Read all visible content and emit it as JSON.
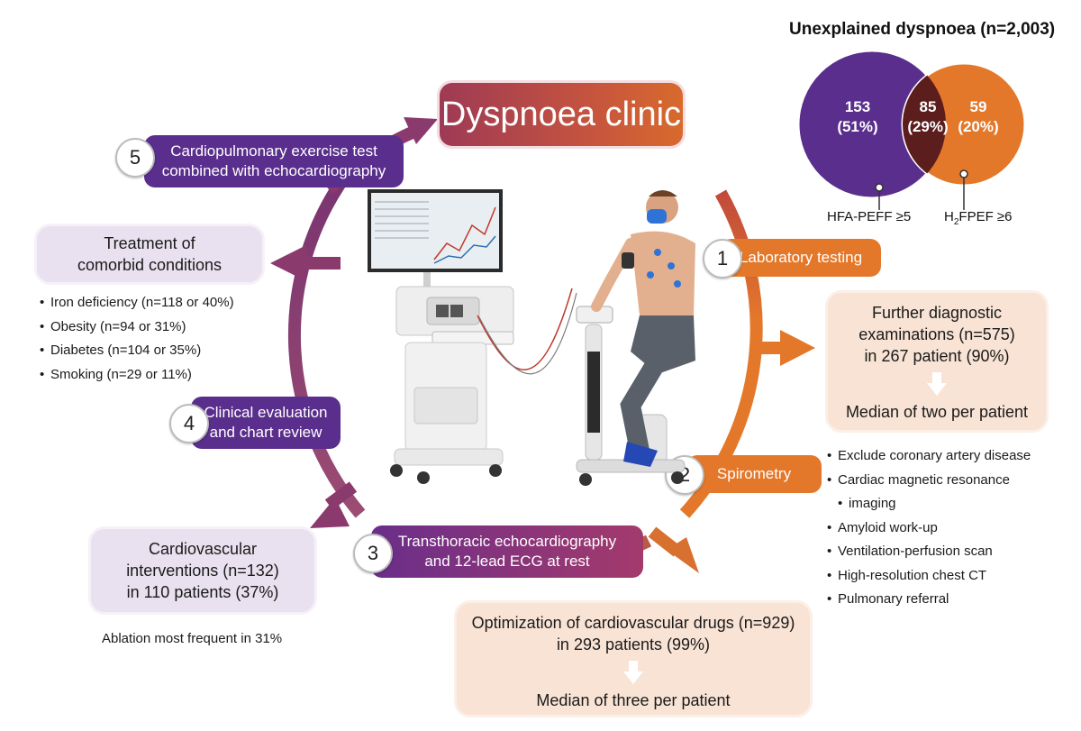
{
  "title": "Dyspnoea clinic",
  "steps": {
    "s1": {
      "num": "1",
      "label": "Laboratory testing"
    },
    "s2": {
      "num": "2",
      "label": "Spirometry"
    },
    "s3": {
      "num": "3",
      "line1": "Transthoracic echocardiography",
      "line2": "and 12-lead ECG at rest"
    },
    "s4": {
      "num": "4",
      "line1": "Clinical evaluation",
      "line2": "and chart review"
    },
    "s5": {
      "num": "5",
      "line1": "Cardiopulmonary exercise test",
      "line2": "combined with echocardiography"
    }
  },
  "comorbid": {
    "title1": "Treatment of",
    "title2": "comorbid conditions",
    "items": [
      "Iron deficiency (n=118 or 40%)",
      "Obesity (n=94 or 31%)",
      "Diabetes (n=104 or 35%)",
      "Smoking (n=29 or 11%)"
    ]
  },
  "cardio": {
    "line1": "Cardiovascular",
    "line2": "interventions (n=132)",
    "line3": "in 110 patients (37%)",
    "note": "Ablation most frequent in 31%"
  },
  "optimization": {
    "line1": "Optimization of cardiovascular drugs (n=929)",
    "line2": "in 293 patients (99%)",
    "median": "Median of three per patient"
  },
  "further": {
    "line1": "Further diagnostic",
    "line2": "examinations (n=575)",
    "line3": "in 267 patient (90%)",
    "median": "Median of two per patient",
    "items": [
      "Exclude coronary artery disease",
      "Cardiac magnetic resonance",
      "imaging",
      "Amyloid work-up",
      "Ventilation-perfusion scan",
      "High-resolution chest CT",
      "Pulmonary referral"
    ]
  },
  "venn": {
    "title": "Unexplained dyspnoea (n=2,003)",
    "left_n": "153",
    "left_pct": "(51%)",
    "mid_n": "85",
    "mid_pct": "(29%)",
    "right_n": "59",
    "right_pct": "(20%)",
    "left_label": "HFA-PEFF ≥5",
    "right_label_pre": "H",
    "right_label_sub": "2",
    "right_label_post": "FPEF ≥6"
  },
  "colors": {
    "purple": "#5a2e8c",
    "orange": "#e4782a",
    "overlap": "#5c1d1d",
    "magenta": "#9e3a55"
  },
  "illustration": "patient-on-cycle-ergometer-with-echo-cart"
}
